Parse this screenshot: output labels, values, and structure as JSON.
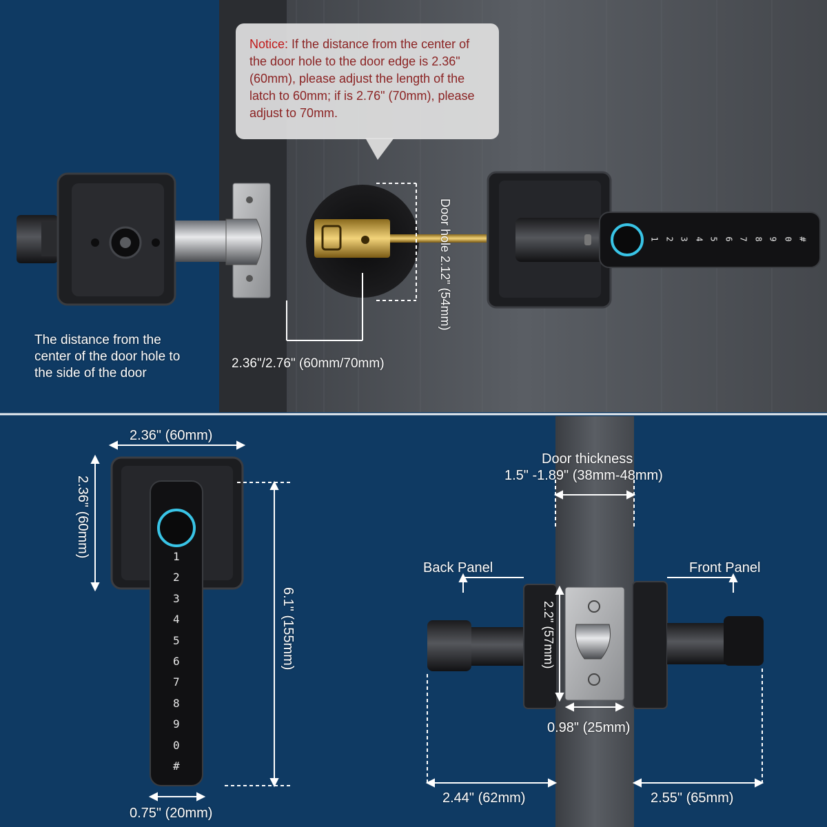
{
  "colors": {
    "background_blue": "#0f3a63",
    "door_gray": "#4a4d52",
    "notice_bg": "#e2e2e2",
    "notice_text": "#8b2323",
    "dimension_line": "#ffffff",
    "fingerprint_ring": "#39c4e6"
  },
  "notice": {
    "title": "Notice:",
    "body": "If the distance from the center of the door hole to the door edge is 2.36\" (60mm), please adjust the length of the latch to 60mm; if is 2.76\" (70mm), please adjust to 70mm."
  },
  "top_section": {
    "side_distance_caption": "The distance from the center of the door hole to the side of the door",
    "backset_label": "2.36\"/2.76\" (60mm/70mm)",
    "door_hole_label": "Door hole 2.12\" (54mm)"
  },
  "keypad": {
    "horizontal_keys": [
      "1",
      "2",
      "3",
      "4",
      "5",
      "6",
      "7",
      "8",
      "9",
      "0",
      "#"
    ],
    "vertical_keys": [
      "1",
      "2",
      "3",
      "4",
      "5",
      "6",
      "7",
      "8",
      "9",
      "0",
      "#"
    ]
  },
  "bottom_left": {
    "width_label": "2.36\" (60mm)",
    "height_label": "2.36\" (60mm)",
    "length_label": "6.1\" (155mm)",
    "handle_width_label": "0.75\" (20mm)"
  },
  "bottom_right": {
    "door_thickness_title": "Door thickness",
    "door_thickness_value": "1.5\" -1.89\" (38mm-48mm)",
    "back_panel_label": "Back Panel",
    "front_panel_label": "Front Panel",
    "latch_height_label": "2.2\" (57mm)",
    "latch_width_label": "0.98\" (25mm)",
    "back_depth_label": "2.44\" (62mm)",
    "front_depth_label": "2.55\" (65mm)"
  },
  "icons": [
    "fingerprint-sensor-icon",
    "screw-icon",
    "latch-icon",
    "lock-handle-icon"
  ]
}
